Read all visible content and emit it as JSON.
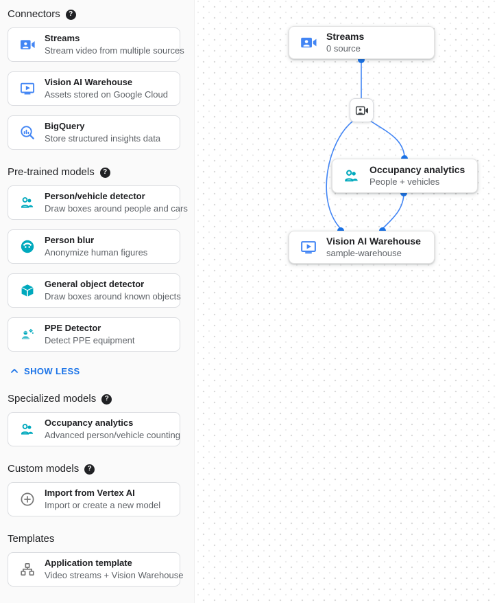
{
  "colors": {
    "accent_blue": "#4285f4",
    "link_blue": "#1a73e8",
    "model_teal": "#00a9bd",
    "icon_gray": "#757575",
    "title_text": "#202124",
    "subtitle_text": "#5f6368"
  },
  "icons": {
    "help_glyph": "?"
  },
  "sidebar": {
    "sections": [
      {
        "title": "Connectors",
        "has_help": true,
        "items": [
          {
            "icon": "streams-icon",
            "title": "Streams",
            "subtitle": "Stream video from multiple sources"
          },
          {
            "icon": "warehouse-icon",
            "title": "Vision AI Warehouse",
            "subtitle": "Assets stored on Google Cloud"
          },
          {
            "icon": "bigquery-icon",
            "title": "BigQuery",
            "subtitle": "Store structured insights data"
          }
        ]
      },
      {
        "title": "Pre-trained models",
        "has_help": true,
        "items": [
          {
            "icon": "person-vehicle-icon",
            "title": "Person/vehicle detector",
            "subtitle": "Draw boxes around people and cars"
          },
          {
            "icon": "person-blur-icon",
            "title": "Person blur",
            "subtitle": "Anonymize human figures"
          },
          {
            "icon": "cube-icon",
            "title": "General object detector",
            "subtitle": "Draw boxes around known objects"
          },
          {
            "icon": "ppe-icon",
            "title": "PPE Detector",
            "subtitle": "Detect PPE equipment"
          }
        ]
      },
      {
        "title": "Specialized models",
        "has_help": true,
        "items": [
          {
            "icon": "people-icon",
            "title": "Occupancy analytics",
            "subtitle": "Advanced person/vehicle counting"
          }
        ]
      },
      {
        "title": "Custom models",
        "has_help": true,
        "items": [
          {
            "icon": "plus-circle-icon",
            "title": "Import from Vertex AI",
            "subtitle": "Import or create a new model"
          }
        ]
      },
      {
        "title": "Templates",
        "has_help": false,
        "items": [
          {
            "icon": "org-chart-icon",
            "title": "Application template",
            "subtitle": "Video streams + Vision Warehouse"
          }
        ]
      }
    ],
    "show_less_label": "SHOW LESS"
  },
  "canvas": {
    "nodes": {
      "streams": {
        "title": "Streams",
        "subtitle": "0 source"
      },
      "camera": {
        "title": ""
      },
      "occupancy": {
        "title": "Occupancy analytics",
        "subtitle": "People + vehicles"
      },
      "warehouse": {
        "title": "Vision AI Warehouse",
        "subtitle": "sample-warehouse"
      }
    },
    "edges": [
      {
        "from": "streams",
        "to": "camera"
      },
      {
        "from": "camera",
        "to": "occupancy"
      },
      {
        "from": "camera",
        "to": "warehouse"
      },
      {
        "from": "occupancy",
        "to": "warehouse"
      }
    ]
  }
}
